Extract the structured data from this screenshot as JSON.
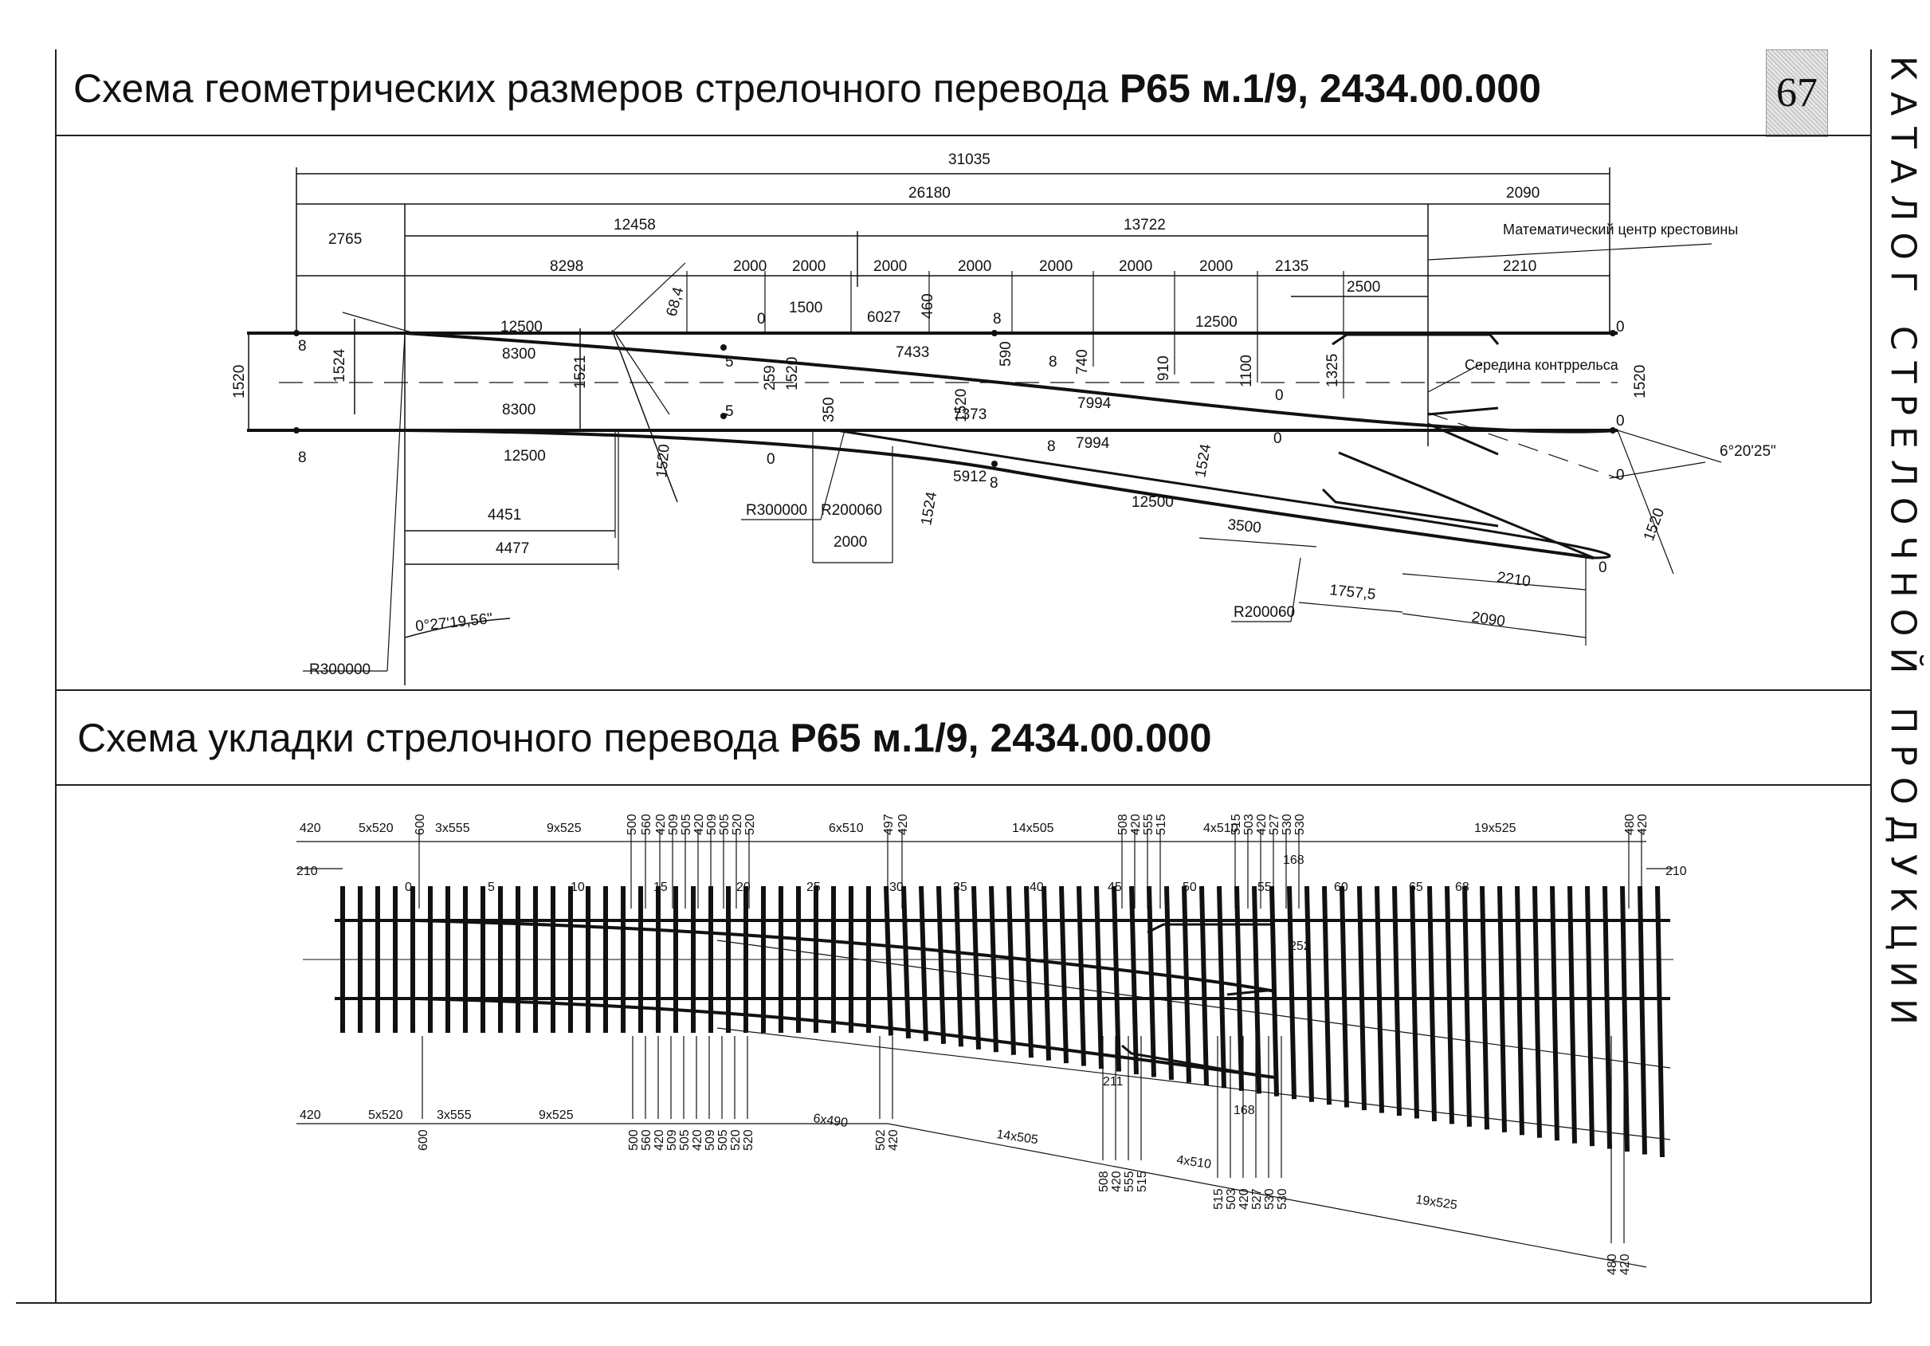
{
  "header": {
    "title1_plain": "Схема геометрических размеров стрелочного перевода ",
    "title1_bold": "Р65 м.1/9, 2434.00.000",
    "title2_plain": "Схема укладки стрелочного перевода ",
    "title2_bold": "Р65 м.1/9, 2434.00.000",
    "page_number": "67",
    "side_caption": "КАТАЛОГ СТРЕЛОЧНОЙ ПРОДУКЦИИ"
  },
  "geometry": {
    "labels": {
      "total": "31035",
      "main": "26180",
      "tail": "2090",
      "left1": "12458",
      "right1": "13722",
      "front": "2765",
      "seg8298": "8298",
      "s2000": "2000",
      "s2135": "2135",
      "s2210": "2210",
      "s2500": "2500",
      "mc": "Математический центр крестовины",
      "mid": "Середина контррельса",
      "r12500": "12500",
      "r8300": "8300",
      "g1520": "1520",
      "g1524": "1524",
      "g1521": "1521",
      "v68": "68,4",
      "v1500": "1500",
      "v6027": "6027",
      "v460": "460",
      "v7433": "7433",
      "v590": "590",
      "v740": "740",
      "v910": "910",
      "v1100": "1100",
      "v1325": "1325",
      "v7994": "7994",
      "v7373": "7373",
      "v259": "259",
      "v350": "350",
      "v5912": "5912",
      "v4451": "4451",
      "v4477": "4477",
      "v3500": "3500",
      "v1757": "1757,5",
      "r300": "R300000",
      "r200": "R200060",
      "ang1": "0°27'19,56\"",
      "ang2": "6°20'25\"",
      "z0": "0",
      "z5": "5",
      "z8": "8"
    }
  },
  "layout": {
    "top_labels": [
      "420",
      "5x520",
      "3x555",
      "9x525",
      "6x510",
      "14x505",
      "4x510",
      "19x525",
      "210"
    ],
    "top_verticals": [
      "600",
      "500",
      "560",
      "420",
      "509",
      "505",
      "420",
      "509",
      "505",
      "520",
      "520",
      "497",
      "420",
      "508",
      "420",
      "555",
      "515",
      "515",
      "503",
      "420",
      "527",
      "530",
      "530",
      "480",
      "420"
    ],
    "sleeper_numbers": [
      "0",
      "5",
      "10",
      "15",
      "20",
      "25",
      "30",
      "35",
      "40",
      "45",
      "50",
      "55",
      "60",
      "65",
      "68"
    ],
    "bottom_labels": [
      "420",
      "5x520",
      "3x555",
      "9x525",
      "6x490",
      "14x505",
      "4x510",
      "19x525"
    ],
    "bottom_verticals": [
      "600",
      "500",
      "560",
      "420",
      "509",
      "505",
      "420",
      "509",
      "505",
      "520",
      "520",
      "502",
      "420",
      "508",
      "420",
      "555",
      "515",
      "515",
      "503",
      "420",
      "527",
      "530",
      "530",
      "480",
      "420"
    ],
    "extra": [
      "168",
      "252",
      "211"
    ]
  }
}
